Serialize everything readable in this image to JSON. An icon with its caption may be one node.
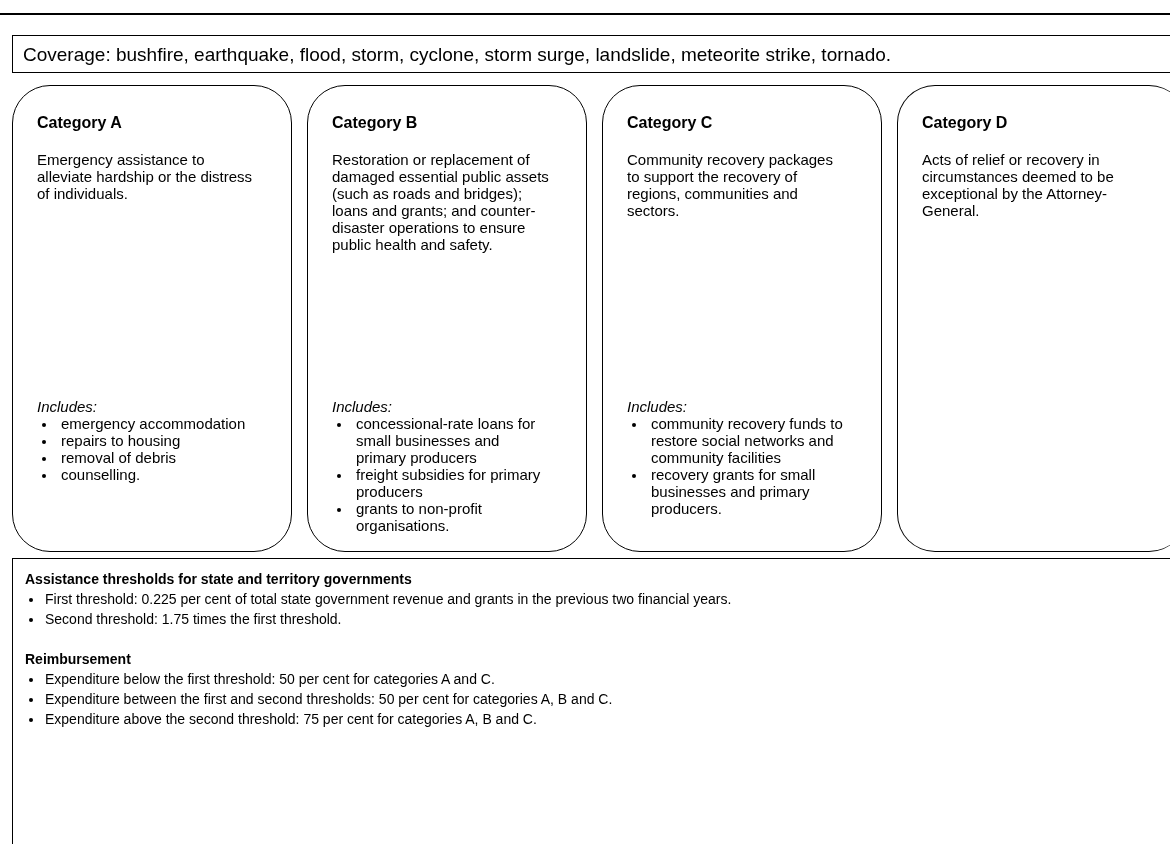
{
  "diagram": {
    "nodes": [
      {
        "text": [
          "Coverage: bushfire, earthquake, flood, storm, cyclone, storm surge, landslide, meteorite strike, tornado."
        ]
      },
      {
        "text": [
          "Category A",
          "Emergency assistance to alleviate hardship or the distress of individuals.",
          "Includes:",
          "emergency accommodation",
          "repairs to housing",
          "removal of debris",
          "counselling."
        ]
      },
      {
        "text": [
          "Category B",
          "Restoration or replacement of damaged essential public assets (such as roads and bridges); loans and grants; and counter-disaster operations to ensure public health and safety.",
          "Includes:",
          "concessional-rate loans for small businesses and primary producers",
          "freight subsidies for primary producers",
          "grants to non-profit organisations."
        ]
      },
      {
        "text": [
          "Category C",
          "Community recovery packages to support the recovery of regions, communities and sectors.",
          "Includes:",
          "community recovery funds to restore social networks and community facilities",
          "recovery grants for small businesses and primary producers."
        ]
      },
      {
        "text": [
          "Category D",
          "Acts of relief or recovery in circumstances deemed to be exceptional by the Attorney-General."
        ]
      },
      {
        "text": [
          "Assistance thresholds for state and territory governments",
          "First threshold: 0.225 per cent of total state government revenue and grants in the previous two financial years.",
          "Second threshold: 1.75 times the first threshold.",
          "Reimbursement",
          "Expenditure below the first threshold: 50 per cent for categories A and C.",
          "Expenditure between the first and second thresholds: 50 per cent for categories A, B and C.",
          "Expenditure above the second threshold: 75 per cent for categories A, B and C."
        ]
      }
    ]
  }
}
